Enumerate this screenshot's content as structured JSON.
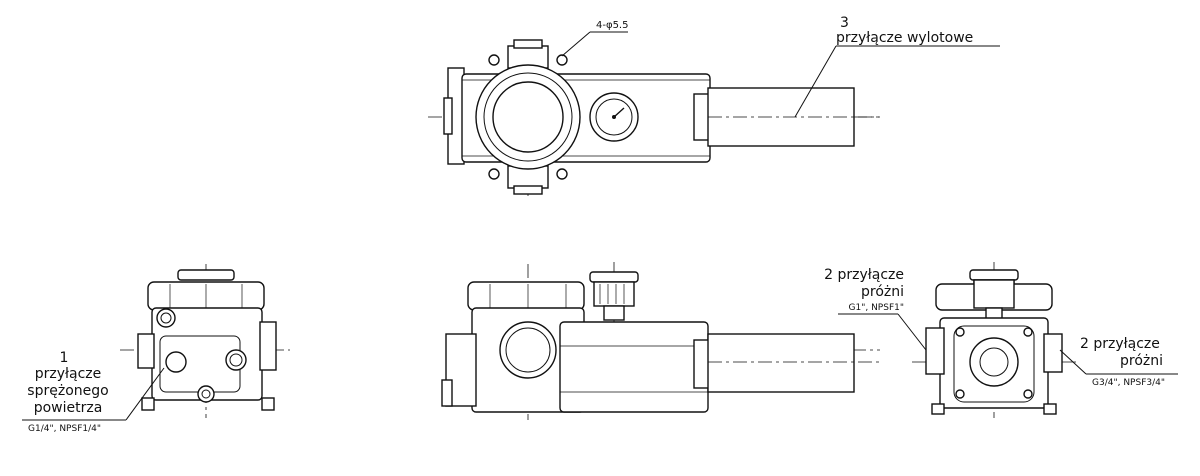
{
  "dimension": {
    "holes": "4-φ5.5"
  },
  "labels": {
    "outlet": {
      "number": "3",
      "text": "przyłącze wylotowe"
    },
    "vacuum_left": {
      "line1": "2 przyłącze",
      "line2": "próżni",
      "spec": "G1\", NPSF1\""
    },
    "vacuum_right": {
      "line1": "2 przyłącze",
      "line2": "próżni",
      "spec": "G3/4\", NPSF3/4\""
    },
    "air": {
      "number": "1",
      "line1": "przyłącze",
      "line2": "sprężonego",
      "line3": "powietrza",
      "spec": "G1/4\", NPSF1/4\""
    }
  }
}
